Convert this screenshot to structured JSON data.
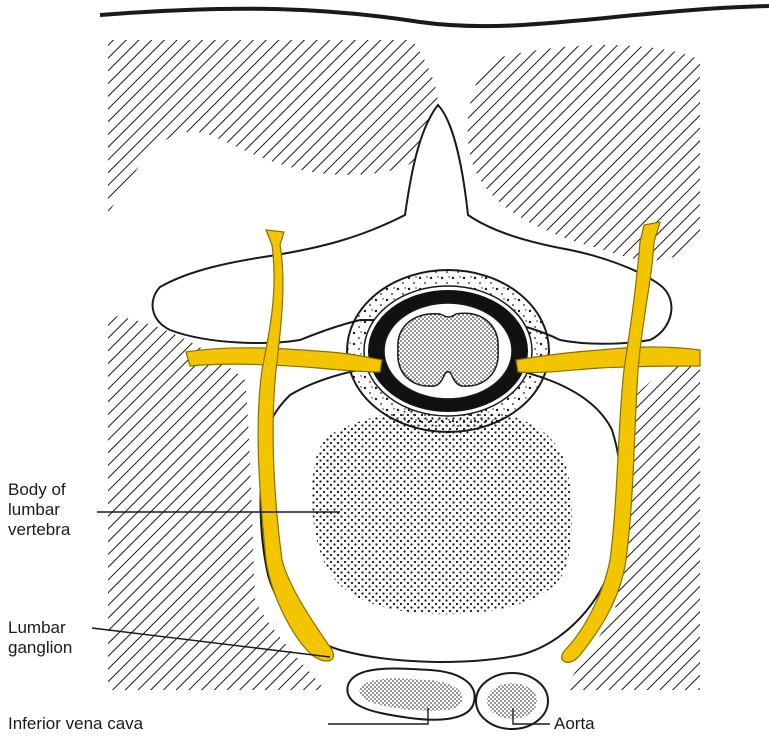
{
  "labels": {
    "body_of_vertebra": [
      "Body of",
      "lumbar",
      "vertebra"
    ],
    "lumbar_ganglion": [
      "Lumbar",
      "ganglion"
    ],
    "inferior_vena_cava": "Inferior vena cava",
    "aorta": "Aorta"
  },
  "colors": {
    "nerve": "#f2c500",
    "nerve_outline": "#8a7000",
    "ink": "#1a1a1a",
    "background": "#ffffff"
  }
}
